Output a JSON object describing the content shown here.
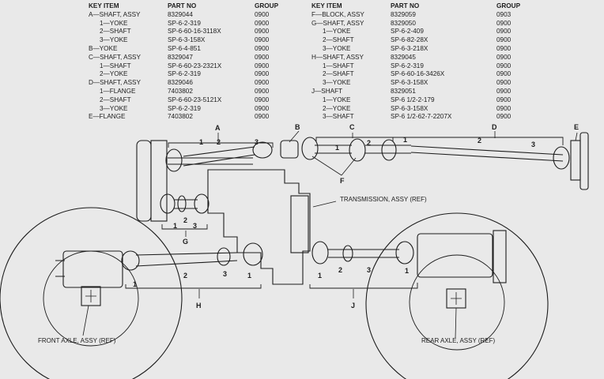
{
  "left_table": {
    "header": {
      "key_item": "KEY   ITEM",
      "part_no": "PART NO",
      "group": "GROUP"
    },
    "rows": [
      {
        "item": "A—SHAFT, ASSY",
        "part": "8329044",
        "group": "0900",
        "sub": false
      },
      {
        "item": "1—YOKE",
        "part": "SP-6-2-319",
        "group": "0900",
        "sub": true
      },
      {
        "item": "2—SHAFT",
        "part": "SP-6-60-16-3118X",
        "group": "0900",
        "sub": true
      },
      {
        "item": "3—YOKE",
        "part": "SP-6-3-158X",
        "group": "0900",
        "sub": true
      },
      {
        "item": "B—YOKE",
        "part": "SP-6-4-851",
        "group": "0900",
        "sub": false
      },
      {
        "item": "C—SHAFT, ASSY",
        "part": "8329047",
        "group": "0900",
        "sub": false
      },
      {
        "item": "1—SHAFT",
        "part": "SP-6-60-23-2321X",
        "group": "0900",
        "sub": true
      },
      {
        "item": "2—YOKE",
        "part": "SP-6-2-319",
        "group": "0900",
        "sub": true
      },
      {
        "item": "D—SHAFT, ASSY",
        "part": "8329046",
        "group": "0900",
        "sub": false
      },
      {
        "item": "1—FLANGE",
        "part": "7403802",
        "group": "0900",
        "sub": true
      },
      {
        "item": "2—SHAFT",
        "part": "SP-6-60-23-5121X",
        "group": "0900",
        "sub": true
      },
      {
        "item": "3—YOKE",
        "part": "SP-6-2-319",
        "group": "0900",
        "sub": true
      },
      {
        "item": "E—FLANGE",
        "part": "7403802",
        "group": "0900",
        "sub": false
      }
    ]
  },
  "right_table": {
    "header": {
      "key_item": "KEY   ITEM",
      "part_no": "PART NO",
      "group": "GROUP"
    },
    "rows": [
      {
        "item": "F—BLOCK, ASSY",
        "part": "8329059",
        "group": "0903",
        "sub": false
      },
      {
        "item": "G—SHAFT, ASSY",
        "part": "8329050",
        "group": "0900",
        "sub": false
      },
      {
        "item": "1—YOKE",
        "part": "SP-6-2-409",
        "group": "0900",
        "sub": true
      },
      {
        "item": "2—SHAFT",
        "part": "SP-6-82-28X",
        "group": "0900",
        "sub": true
      },
      {
        "item": "3—YOKE",
        "part": "SP-6-3-218X",
        "group": "0900",
        "sub": true
      },
      {
        "item": "H—SHAFT, ASSY",
        "part": "8329045",
        "group": "0900",
        "sub": false
      },
      {
        "item": "1—SHAFT",
        "part": "SP-6-2-319",
        "group": "0900",
        "sub": true
      },
      {
        "item": "2—SHAFT",
        "part": "SP-6-60-16-3426X",
        "group": "0900",
        "sub": true
      },
      {
        "item": "3—YOKE",
        "part": "SP-6-3-158X",
        "group": "0900",
        "sub": true
      },
      {
        "item": "J—SHAFT",
        "part": "8329051",
        "group": "0900",
        "sub": false
      },
      {
        "item": "1—YOKE",
        "part": "SP-6  1/2-2-179",
        "group": "0900",
        "sub": true
      },
      {
        "item": "2—YOKE",
        "part": "SP-6-3-158X",
        "group": "0900",
        "sub": true
      },
      {
        "item": "3—SHAFT",
        "part": "SP-6  1/2-62-7-2207X",
        "group": "0900",
        "sub": true
      }
    ]
  },
  "labels": {
    "transmission": "TRANSMISSION, ASSY (REF)",
    "front_axle": "FRONT AXLE, ASSY (REF)",
    "rear_axle": "REAR AXLE, ASSY (REF)"
  },
  "callouts": {
    "A": "A",
    "B": "B",
    "C": "C",
    "D": "D",
    "E": "E",
    "F": "F",
    "G": "G",
    "H": "H",
    "J": "J",
    "n1": "1",
    "n2": "2",
    "n3": "3"
  },
  "colors": {
    "ink": "#1d1d1d",
    "paper": "#e9e9e9"
  }
}
